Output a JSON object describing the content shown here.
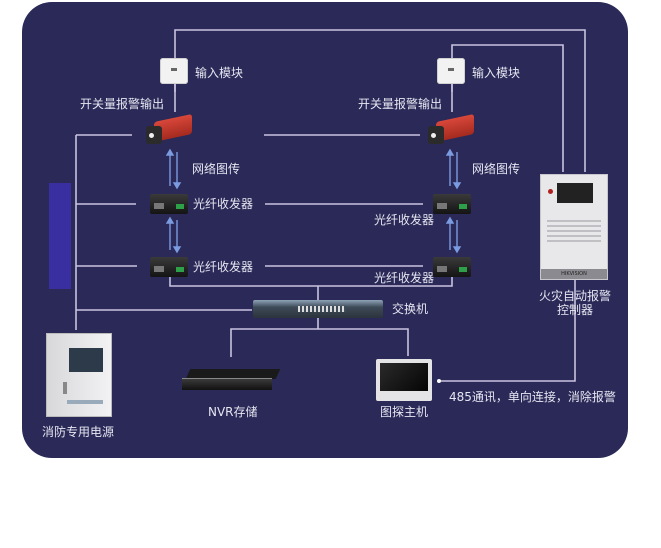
{
  "diagram": {
    "title": "",
    "colors": {
      "background": "#2a2957",
      "wire": "#c9c3e0",
      "arrow": "#7b9be0",
      "accent_bar": "#3a2fa0",
      "camera": "#c33a2a"
    },
    "nodes": {
      "input_module_left": {
        "label": "输入模块",
        "icon": "input-module"
      },
      "input_module_right": {
        "label": "输入模块",
        "icon": "input-module"
      },
      "alarm_output_left": {
        "label": "开关量报警输出"
      },
      "alarm_output_right": {
        "label": "开关量报警输出"
      },
      "camera_left": {
        "icon": "thermal-camera"
      },
      "camera_right": {
        "icon": "thermal-camera"
      },
      "net_transfer_left": {
        "label": "网络图传"
      },
      "net_transfer_right": {
        "label": "网络图传"
      },
      "fiber_tl": {
        "label": "光纤收发器",
        "icon": "fiber-transceiver"
      },
      "fiber_bl": {
        "label": "光纤收发器",
        "icon": "fiber-transceiver"
      },
      "fiber_tr": {
        "label": "光纤收发器",
        "icon": "fiber-transceiver"
      },
      "fiber_br": {
        "label": "光纤收发器",
        "icon": "fiber-transceiver"
      },
      "switch": {
        "label": "交换机",
        "icon": "network-switch"
      },
      "fire_controller": {
        "label_line1": "火灾自动报警",
        "label_line2": "控制器",
        "brand": "HIKVISION",
        "icon": "fire-alarm-controller"
      },
      "nvr": {
        "label": "NVR存储",
        "icon": "nvr"
      },
      "monitor_host": {
        "label": "图探主机",
        "icon": "monitor"
      },
      "power_supply": {
        "label": "消防专用电源",
        "icon": "power-cabinet"
      }
    },
    "links": {
      "rs485": {
        "label": "485通讯，单向连接，消除报警"
      }
    }
  }
}
